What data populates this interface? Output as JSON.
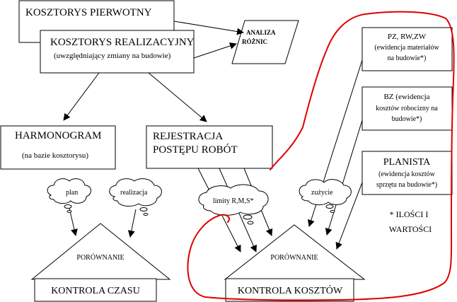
{
  "boxes": {
    "kosztorys_pierwotny": "KOSZTORYS PIERWOTNY",
    "kosztorys_realizacyjny": "KOSZTORYS REALIZACYJNY",
    "kosztorys_realizacyjny_note": "(uwzględniający zmiany na budowie)",
    "analiza_line1": "ANALIZA",
    "analiza_line2": "RÓŻNIC",
    "harmonogram": "HARMONOGRAM",
    "harmonogram_note": "(na bazie kosztorysu)",
    "rejestracja_line1": "REJESTRACJA",
    "rejestracja_line2": "POSTĘPU ROBÓT",
    "pz_line1": "PZ, RW,ZW",
    "pz_line2": "(ewidencja materiałów",
    "pz_line3": "na budowie*)",
    "bz_line1": "BZ (ewidencja",
    "bz_line2": "kosztów robocizny na",
    "bz_line3": "budowie*)",
    "planista_line1": "PLANISTA",
    "planista_line2": "(ewidencja kosztów",
    "planista_line3": "sprzętu na budowie*)",
    "kontrola_czasu": "KONTROLA CZASU",
    "kontrola_kosztow": "KONTROLA KOSZTÓW"
  },
  "triangles": {
    "left": "PORÓWNANIE",
    "right": "PORÓWNANIE"
  },
  "clouds": {
    "plan": "plan",
    "realizacja": "realizacja",
    "limity": "limity R,M,S*",
    "zuzycie": "zużycie"
  },
  "footnote": {
    "line1": "* ILOŚCI I",
    "line2": "WARTOŚCI"
  },
  "colors": {
    "outline": "#000000",
    "highlight": "#e00000",
    "background": "#ffffff"
  }
}
